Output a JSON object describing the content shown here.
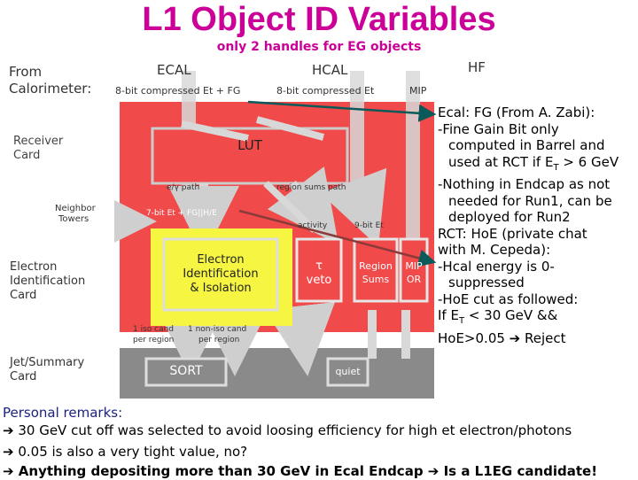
{
  "title": "L1 Object ID Variables",
  "subtitle": "only 2 handles for EG objects",
  "diagram": {
    "left_labels": {
      "from": "From",
      "calorimeter": "Calorimeter:",
      "receiver_1": "Receiver",
      "receiver_2": "Card",
      "neighbor_1": "Neighbor",
      "neighbor_2": "Towers",
      "electron_1": "Electron",
      "electron_2": "Identification",
      "electron_3": "Card",
      "jet_1": "Jet/Summary",
      "jet_2": "Card"
    },
    "top_labels": {
      "ecal": "ECAL",
      "hcal": "HCAL",
      "hf": "HF"
    },
    "input_labels": {
      "ecal_input": "8-bit compressed Et + FG",
      "hcal_input": "8-bit compressed Et",
      "mip": "MIP"
    },
    "lut": "LUT",
    "small_labels": {
      "ey_path": "e/γ path",
      "region_path": "region sums path",
      "seven_bit": "7-bit Et + FG||H/E",
      "activity": "activity",
      "nine_bit": "9-bit Et",
      "iso_1": "1 iso cand",
      "iso_2": "per region",
      "noniso_1": "1 non-iso cand",
      "noniso_2": "per region"
    },
    "electron_box": {
      "line1": "Electron",
      "line2": "Identification",
      "line3": "& Isolation"
    },
    "tau_box": {
      "line1": "τ",
      "line2": "veto"
    },
    "region_box": {
      "line1": "Region",
      "line2": "Sums"
    },
    "mip_box": {
      "line1": "MIP",
      "line2": "OR"
    },
    "sort": "SORT",
    "quiet": "quiet"
  },
  "right_text": {
    "ecal_head": "Ecal: FG (From A. Zabi):",
    "fg_1": "-Fine Gain Bit only",
    "fg_2": "computed in Barrel and",
    "fg_3a": "used at RCT if E",
    "fg_3sub": "T",
    "fg_3b": " > 6 GeV",
    "no_1": "-Nothing in Endcap as not",
    "no_2": "needed for Run1, can be",
    "no_3": "deployed for Run2",
    "rct_1": "RCT: HoE (private chat",
    "rct_2": "with M. Cepeda):",
    "hcal_1": "-Hcal energy is 0-",
    "hcal_2": "suppressed",
    "hoe_1": "-HoE cut as followed:",
    "if_a": "If E",
    "if_sub": "T",
    "if_b": " < 30 GeV &&",
    "reject_a": "HoE>0.05 ",
    "reject_b": " Reject"
  },
  "remarks": {
    "head": "Personal remarks:",
    "line1": " 30 GeV cut off was selected to avoid loosing efficiency for high et electron/photons",
    "line2": " 0.05 is also a very tight value, no?",
    "line3a": " Anything depositing more than 30 GeV in Ecal Endcap ",
    "line3b": " Is a L1EG candidate!"
  },
  "colors": {
    "title": "#cc0099",
    "red_block": "#f04a4a",
    "yellow_block": "#f5f542",
    "grey_block": "#8a8a8a",
    "arrow": "#0b5a5a"
  },
  "icons": {
    "bullet": "arrow-right-icon"
  }
}
